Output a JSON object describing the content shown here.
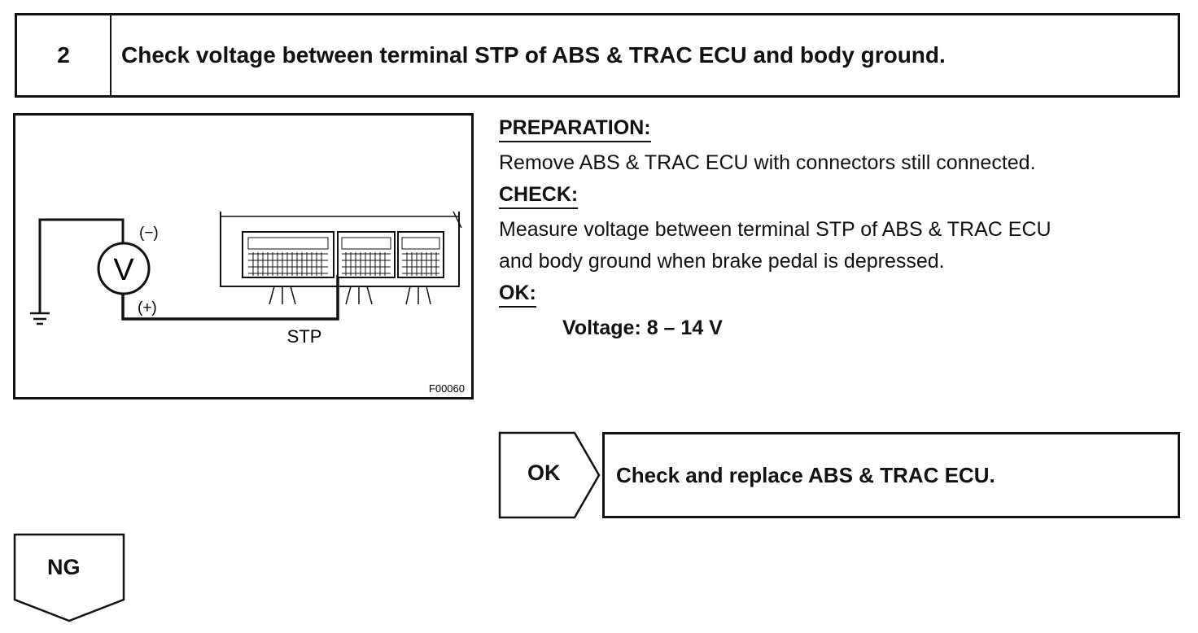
{
  "step": {
    "number": "2",
    "title": "Check voltage between terminal STP of ABS & TRAC ECU and body ground."
  },
  "figure": {
    "meter_symbol": "V",
    "negative_label": "(−)",
    "positive_label": "(+)",
    "terminal_label": "STP",
    "figure_code": "F00060",
    "icons": [
      "voltmeter-icon",
      "ground-icon",
      "ecu-connector-icon"
    ]
  },
  "instructions": {
    "preparation_heading": "PREPARATION:",
    "preparation_text": "Remove ABS & TRAC ECU with connectors still connected.",
    "check_heading": "CHECK:",
    "check_text_line1": "Measure voltage between terminal STP of ABS & TRAC ECU",
    "check_text_line2": "and body ground when brake pedal is depressed.",
    "ok_heading": "OK:",
    "ok_value": "Voltage: 8 – 14 V"
  },
  "results": {
    "ok_label": "OK",
    "ok_action": "Check and replace ABS & TRAC ECU.",
    "ng_label": "NG"
  }
}
